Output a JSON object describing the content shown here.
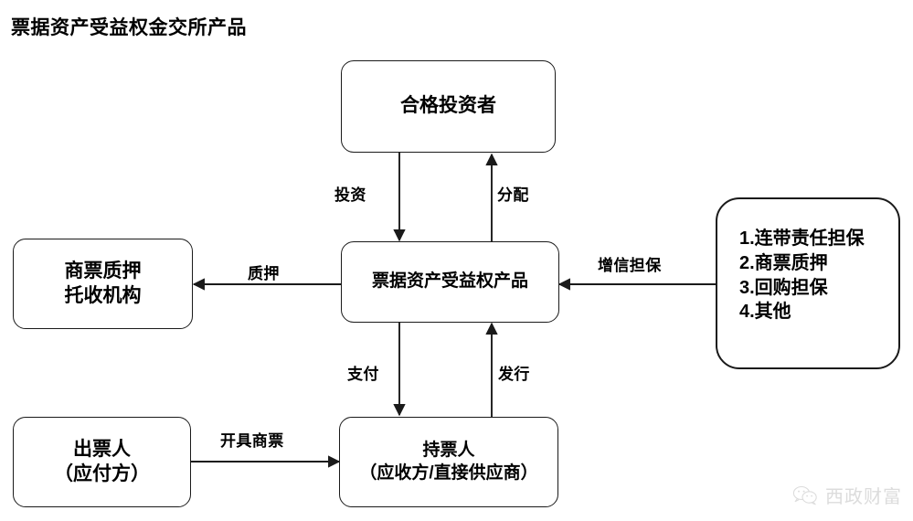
{
  "title": "票据资产受益权金交所产品",
  "nodes": {
    "investor": {
      "label": "合格投资者"
    },
    "product": {
      "label": "票据资产受益权产品"
    },
    "pledge_agency": {
      "label": "商票质押\n托收机构"
    },
    "credit_enhancement": {
      "label": "1.连带责任担保\n2.商票质押\n3.回购担保\n4.其他"
    },
    "drawer": {
      "label": "出票人\n（应付方）"
    },
    "holder": {
      "label": "持票人\n（应收方/直接供应商）"
    }
  },
  "edges": {
    "invest": {
      "label": "投资"
    },
    "distribute": {
      "label": "分配"
    },
    "pledge": {
      "label": "质押"
    },
    "credit_guarantee": {
      "label": "增信担保"
    },
    "pay": {
      "label": "支付"
    },
    "issue": {
      "label": "发行"
    },
    "draw_bill": {
      "label": "开具商票"
    }
  },
  "watermark": {
    "icon": "wechat-icon",
    "text": "西政财富"
  },
  "colors": {
    "stroke": "#1a1a1a",
    "text": "#000000",
    "background": "#ffffff",
    "watermark": "#dcdcdc"
  }
}
